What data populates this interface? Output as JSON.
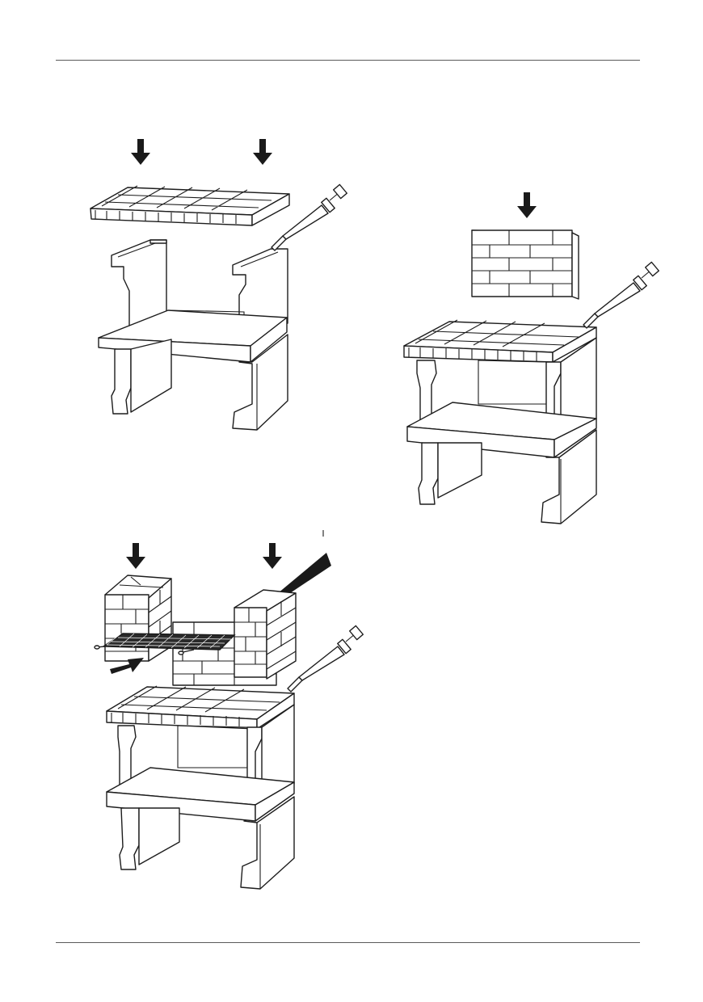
{
  "page": {
    "background": "#ffffff",
    "rule_color": "#5a5a5a",
    "ink_color": "#1d1d1d"
  },
  "steps": [
    {
      "id": "step-1",
      "icons": [
        "arrow-down-icon",
        "arrow-down-icon",
        "adhesive-syringe-icon"
      ]
    },
    {
      "id": "step-2",
      "icons": [
        "arrow-down-icon",
        "adhesive-syringe-icon"
      ]
    },
    {
      "id": "step-3",
      "icons": [
        "arrow-down-icon",
        "arrow-down-icon",
        "arrow-right-icon",
        "adhesive-syringe-icon"
      ]
    }
  ]
}
